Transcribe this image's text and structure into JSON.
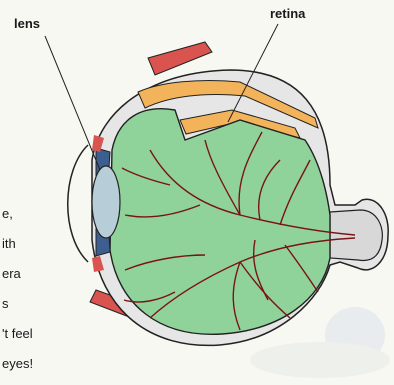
{
  "labels": {
    "lens": "lens",
    "retina": "retina"
  },
  "cropped_text": [
    "e,",
    "ith",
    "era",
    "s",
    "'t feel",
    "eyes!"
  ],
  "colors": {
    "background": "#f7f8f2",
    "vitreous": "#8fd39b",
    "vessel": "#7a1414",
    "retina_band": "#f2b35a",
    "muscle": "#d9534f",
    "sclera": "#e8e8e8",
    "lens": "#b7ced8",
    "outline": "#222222"
  }
}
